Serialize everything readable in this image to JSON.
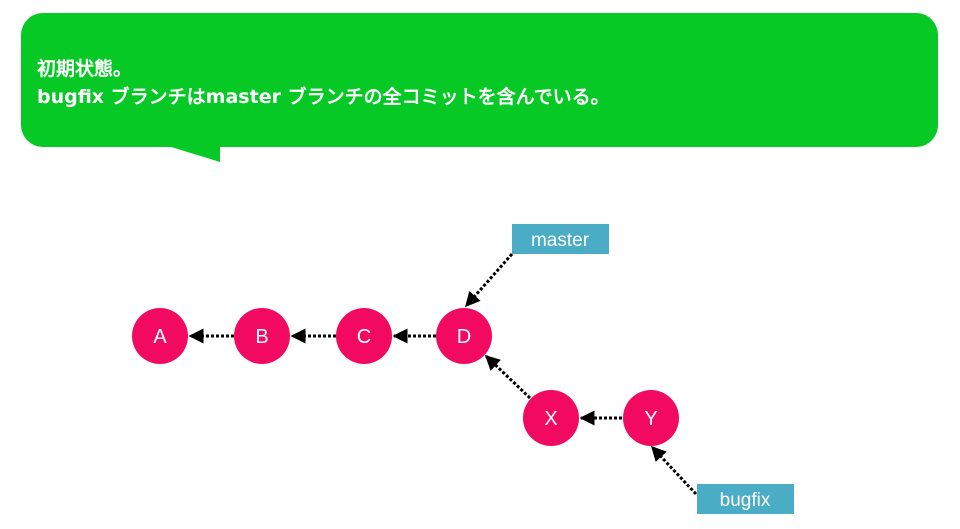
{
  "callout": {
    "line1": "初期状態。",
    "line2": "bugfix ブランチはmaster ブランチの全コミットを含んでいる。",
    "background_color": "#06c926"
  },
  "commits": [
    {
      "id": "A",
      "label": "A"
    },
    {
      "id": "B",
      "label": "B"
    },
    {
      "id": "C",
      "label": "C"
    },
    {
      "id": "D",
      "label": "D"
    },
    {
      "id": "X",
      "label": "X"
    },
    {
      "id": "Y",
      "label": "Y"
    }
  ],
  "branches": [
    {
      "id": "master",
      "label": "master",
      "points_to": "D"
    },
    {
      "id": "bugfix",
      "label": "bugfix",
      "points_to": "Y"
    }
  ],
  "parent_links": [
    {
      "from": "B",
      "to": "A"
    },
    {
      "from": "C",
      "to": "B"
    },
    {
      "from": "D",
      "to": "C"
    },
    {
      "from": "X",
      "to": "D"
    },
    {
      "from": "Y",
      "to": "X"
    }
  ],
  "colors": {
    "commit_fill": "#f20a60",
    "branch_fill": "#4bacc6",
    "arrow": "#000000"
  }
}
